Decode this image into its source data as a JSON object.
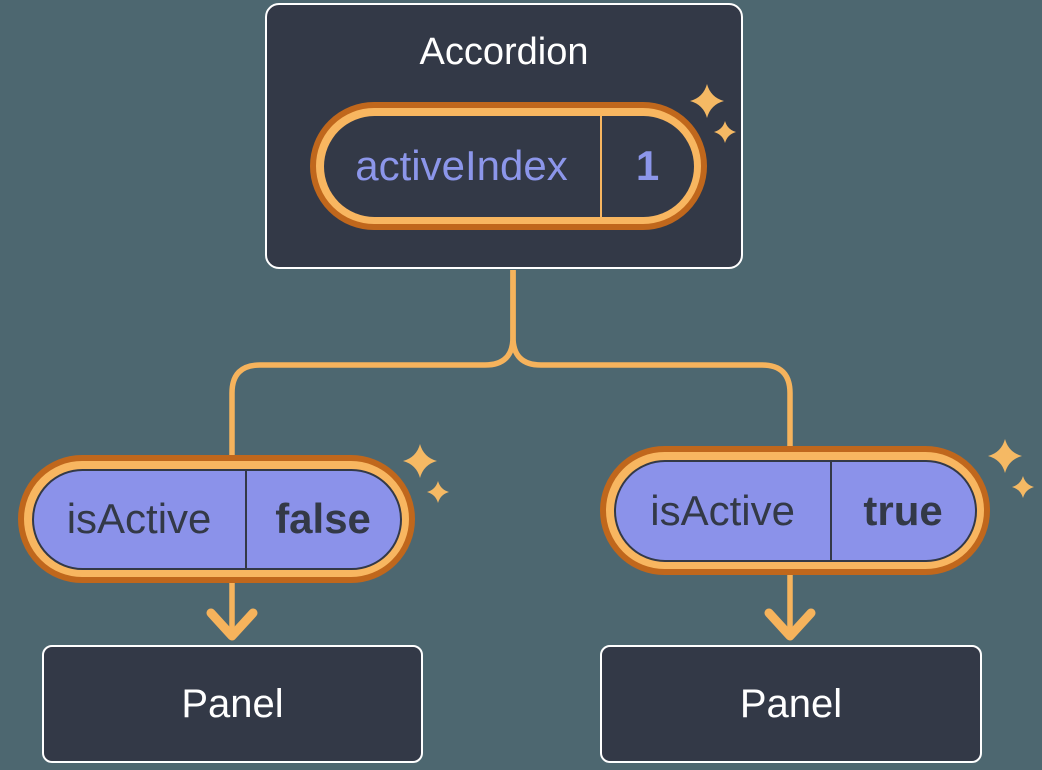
{
  "colors": {
    "background": "#4d6770",
    "node_fill": "#333947",
    "node_border": "#ffffff",
    "pill_fill": "#8b92ea",
    "ring_light": "#f8b660",
    "ring_dark": "#c0671c",
    "connector": "#f6b35c",
    "sparkle": "#f5b964",
    "purple_text": "#8c96ea",
    "dark_text": "#333947",
    "text_on_dark": "#ffffff"
  },
  "icons": [
    "sparkle-icon",
    "arrow-down-icon"
  ],
  "root": {
    "title": "Accordion",
    "state": {
      "name": "activeIndex",
      "value": "1"
    }
  },
  "children": [
    {
      "prop": {
        "name": "isActive",
        "value": "false"
      },
      "node": {
        "label": "Panel"
      }
    },
    {
      "prop": {
        "name": "isActive",
        "value": "true"
      },
      "node": {
        "label": "Panel"
      }
    }
  ]
}
